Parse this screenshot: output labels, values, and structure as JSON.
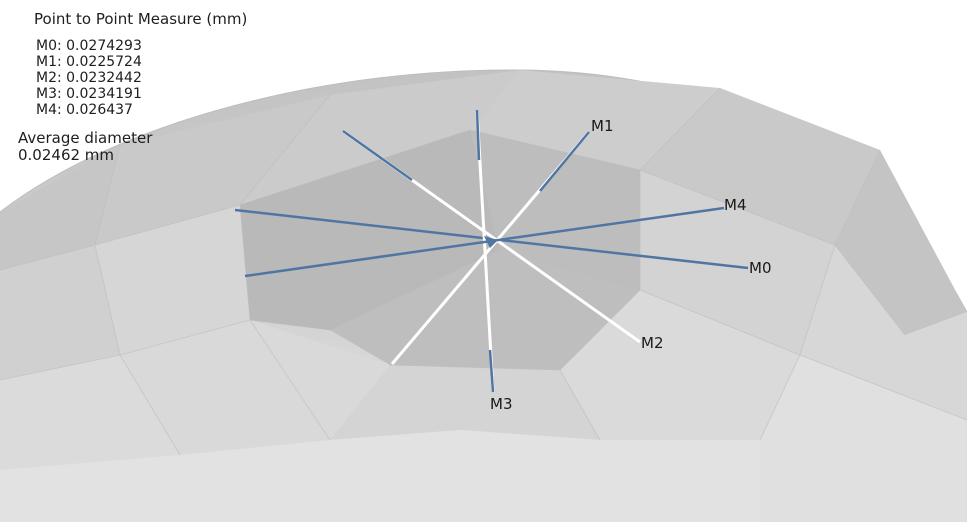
{
  "measure_panel": {
    "title": "Point to Point Measure (mm)",
    "measurements": [
      {
        "id": "M0",
        "text": "M0: 0.0274293"
      },
      {
        "id": "M1",
        "text": "M1: 0.0225724"
      },
      {
        "id": "M2",
        "text": "M2: 0.0232442"
      },
      {
        "id": "M3",
        "text": "M3: 0.0234191"
      },
      {
        "id": "M4",
        "text": "M4: 0.026437"
      }
    ],
    "average_label": "Average diameter",
    "average_value": "0.02462 mm"
  },
  "scene": {
    "labels": {
      "M0": "M0",
      "M1": "M1",
      "M2": "M2",
      "M3": "M3",
      "M4": "M4"
    },
    "colors": {
      "line_blue": "#4f76a3",
      "line_white": "#ffffff",
      "surface_light": "#d8d8d8",
      "surface_dark": "#b9b9b9"
    }
  }
}
